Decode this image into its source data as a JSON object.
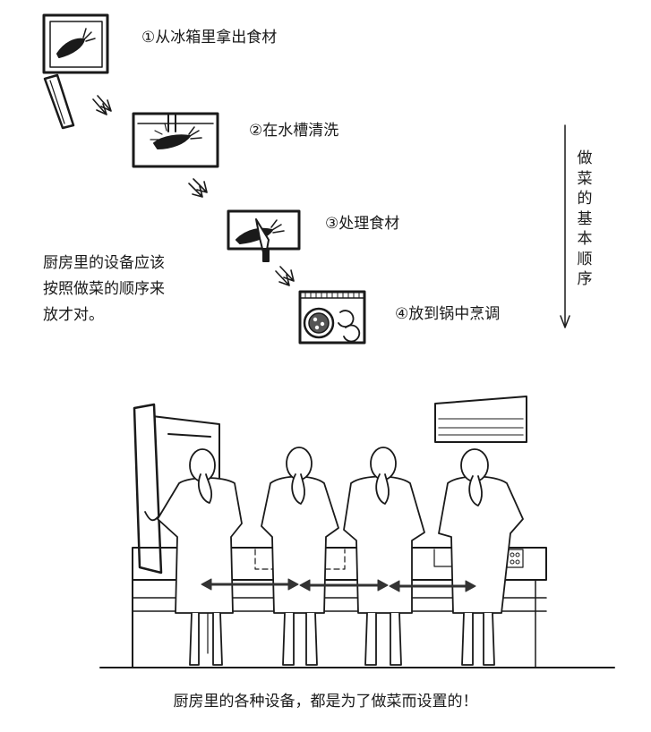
{
  "steps": [
    {
      "label": "①从冰箱里拿出食材"
    },
    {
      "label": "②在水槽清洗"
    },
    {
      "label": "③处理食材"
    },
    {
      "label": "④放到锅中烹调"
    }
  ],
  "side_label": [
    "做",
    "菜",
    "的",
    "基",
    "本",
    "顺",
    "序"
  ],
  "note_lines": [
    "厨房里的设备应该",
    "按照做菜的顺序来",
    "放才对。"
  ],
  "caption": "厨房里的各种设备，都是为了做菜而设置的！"
}
